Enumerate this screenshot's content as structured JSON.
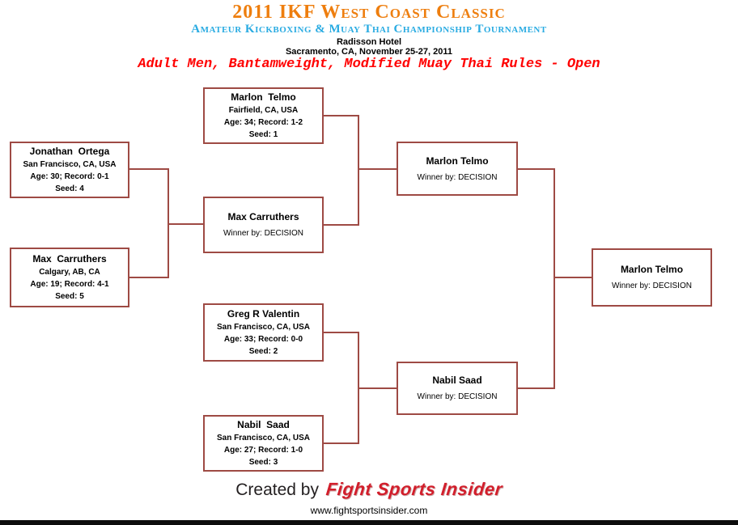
{
  "header": {
    "title": "2011 IKF West Coast Classic",
    "subtitle": "Amateur Kickboxing & Muay Thai Championship Tournament",
    "venue": "Radisson Hotel",
    "location_date": "Sacramento, CA, November 25-27, 2011",
    "division": "Adult Men, Bantamweight, Modified Muay Thai Rules - Open"
  },
  "bracket": {
    "seed1": {
      "name": "Marlon  Telmo",
      "city": "Fairfield, CA, USA",
      "age_record": "Age: 34; Record: 1-2",
      "seed": "Seed: 1"
    },
    "seed2": {
      "name": "Greg R Valentin",
      "city": "San Francisco, CA, USA",
      "age_record": "Age: 33; Record: 0-0",
      "seed": "Seed: 2"
    },
    "seed3": {
      "name": "Nabil  Saad",
      "city": "San Francisco, CA, USA",
      "age_record": "Age: 27; Record: 1-0",
      "seed": "Seed: 3"
    },
    "seed4": {
      "name": "Jonathan  Ortega",
      "city": "San Francisco, CA, USA",
      "age_record": "Age: 30; Record: 0-1",
      "seed": "Seed: 4"
    },
    "seed5": {
      "name": "Max  Carruthers",
      "city": "Calgary, AB, CA",
      "age_record": "Age: 19; Record: 4-1",
      "seed": "Seed: 5"
    },
    "qf_winner": {
      "name": "Max Carruthers",
      "result": "Winner by: DECISION"
    },
    "sf_top_winner": {
      "name": "Marlon Telmo",
      "result": "Winner by: DECISION"
    },
    "sf_bottom_winner": {
      "name": "Nabil Saad",
      "result": "Winner by: DECISION"
    },
    "champion": {
      "name": "Marlon Telmo",
      "result": "Winner by: DECISION"
    }
  },
  "footer": {
    "created_by": "Created by",
    "brand": "Fight Sports Insider",
    "website": "www.fightsportsinsider.com"
  },
  "colors": {
    "title_orange": "#EE7E0E",
    "subtitle_blue": "#29ABE2",
    "division_red": "#FF0000",
    "bracket_line": "#9E4A44",
    "brand_red": "#D21E2B"
  }
}
